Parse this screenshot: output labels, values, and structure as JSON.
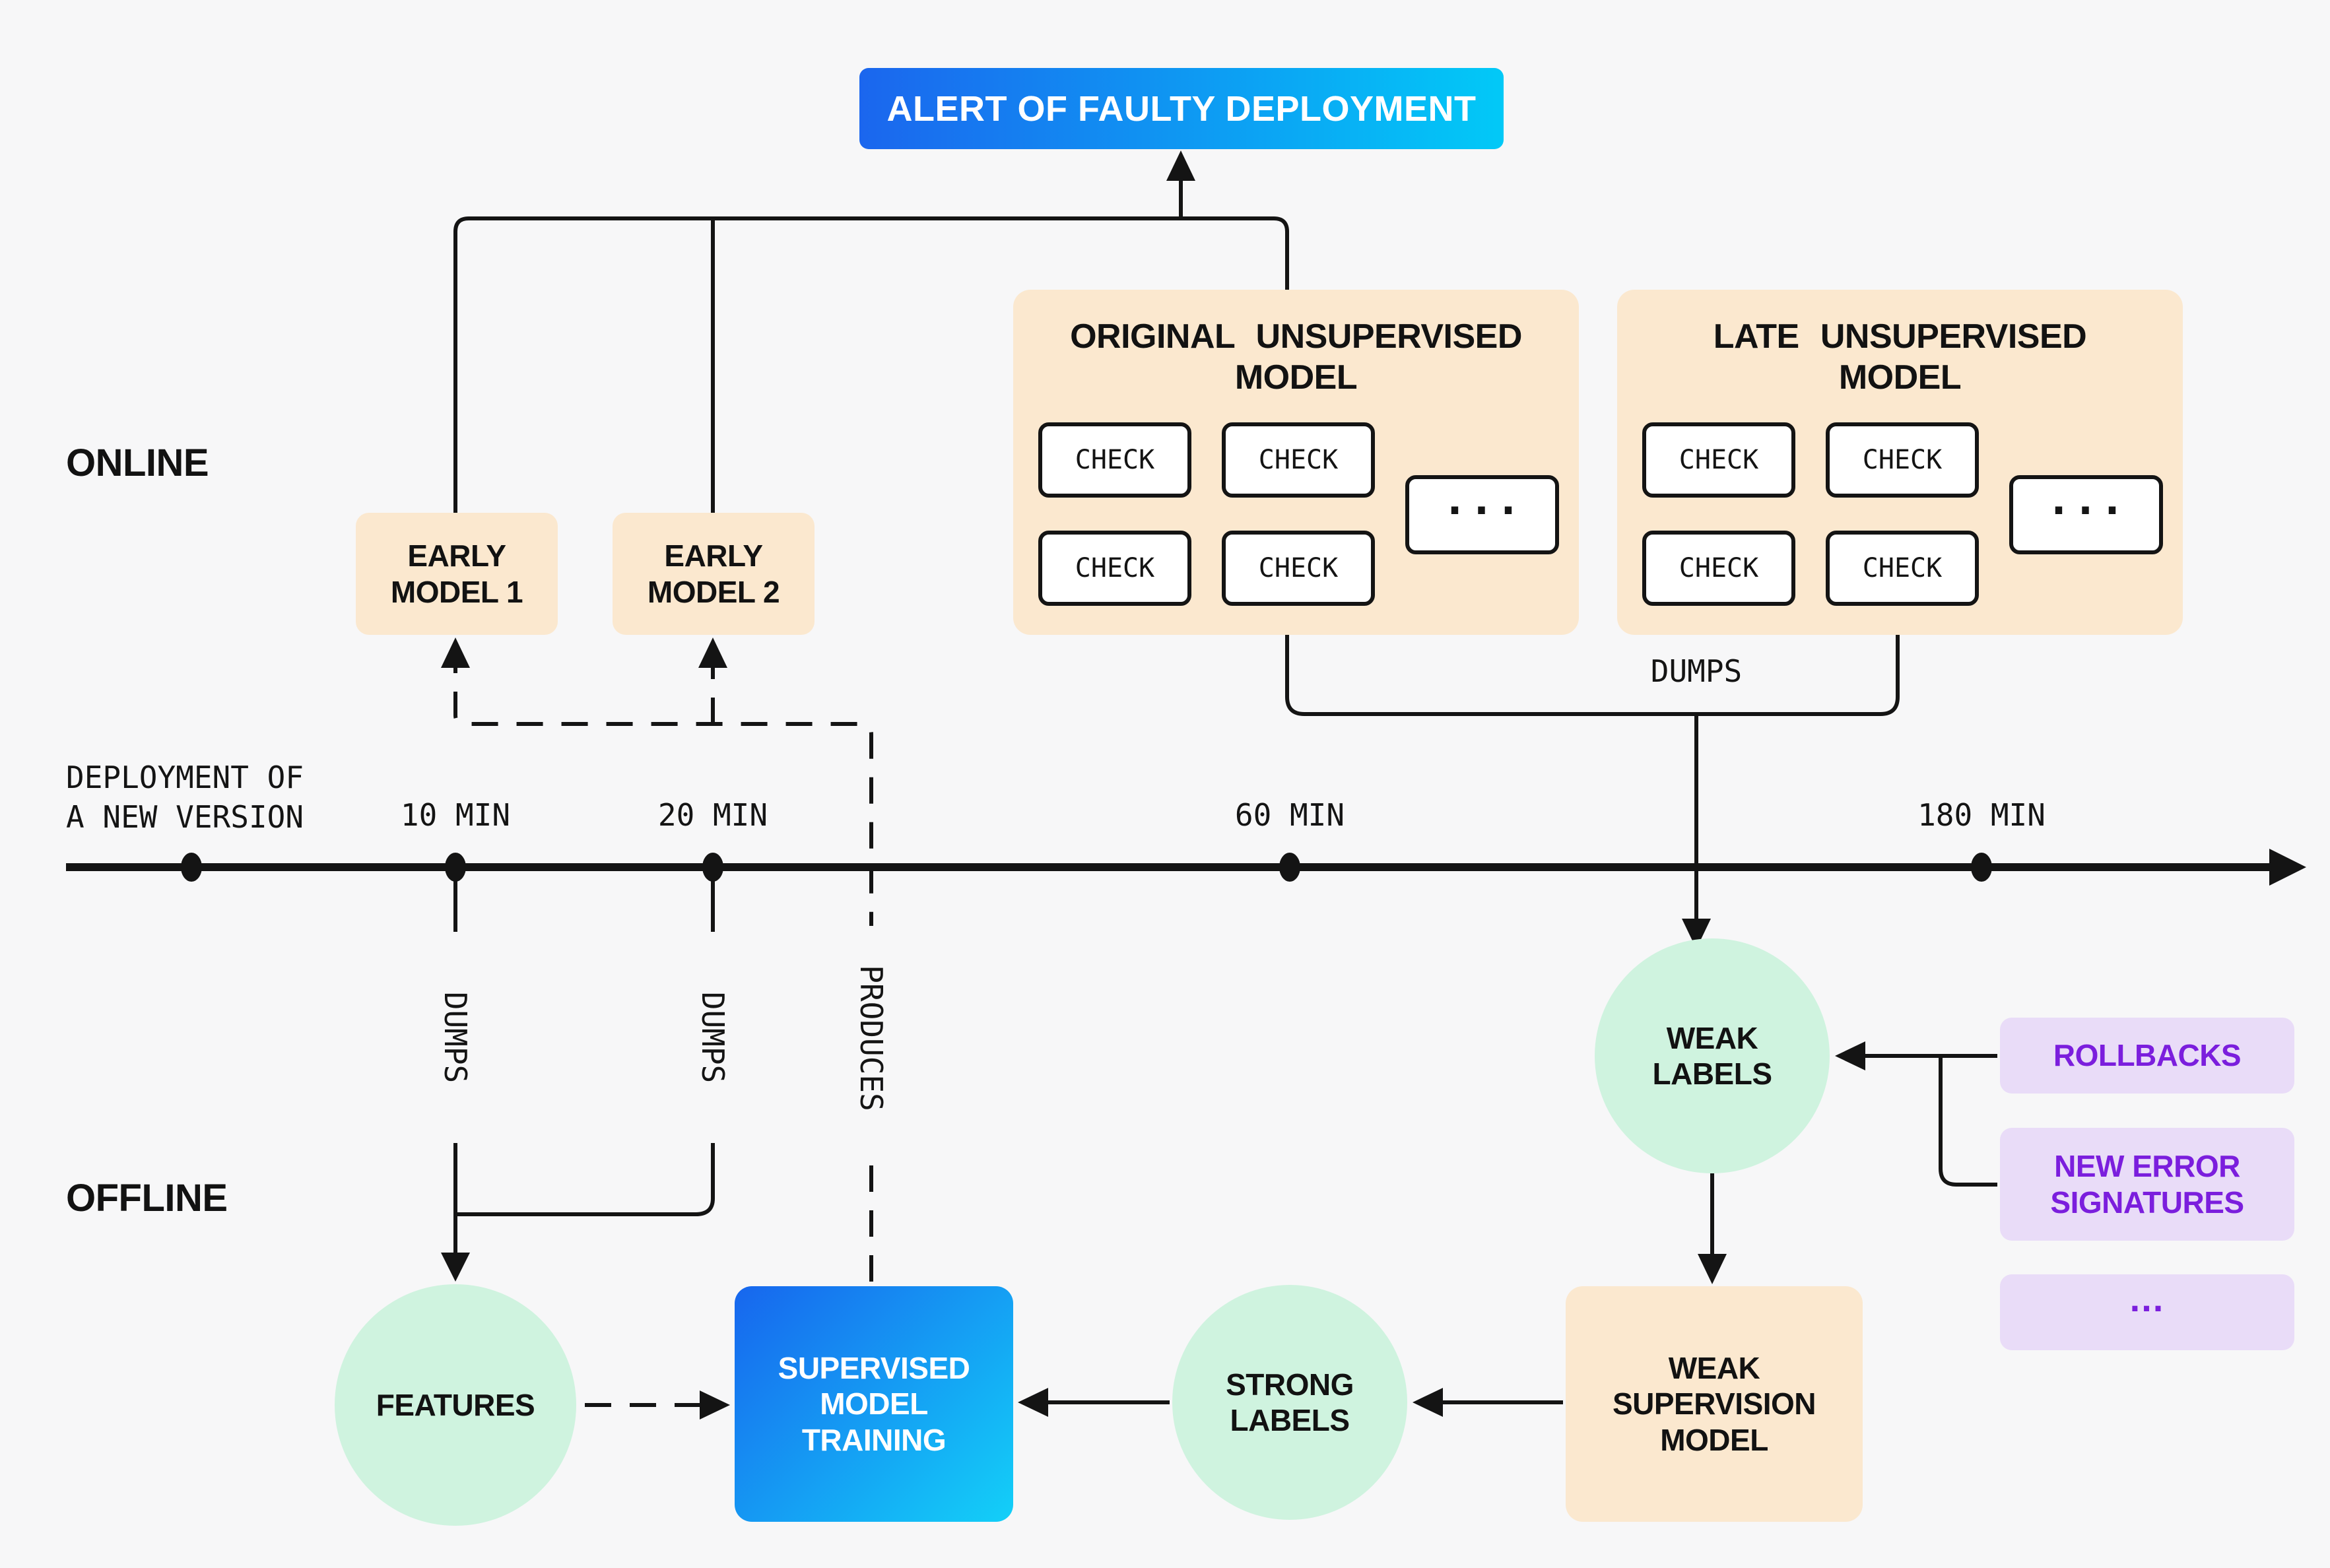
{
  "palette": {
    "background": "#f7f7f8",
    "peach": "#fbe8cf",
    "mint": "#cff3df",
    "lavender": "#e9dcf8",
    "purple_text": "#7b1edd",
    "blue_gradient_start": "#1b66ee",
    "blue_gradient_end": "#02c9f7",
    "line": "#141414"
  },
  "alert": {
    "label": "ALERT OF FAULTY DEPLOYMENT"
  },
  "sections": {
    "online": "ONLINE",
    "offline": "OFFLINE"
  },
  "models": {
    "early1": {
      "lines": [
        "EARLY",
        "MODEL 1"
      ]
    },
    "early2": {
      "lines": [
        "EARLY",
        "MODEL 2"
      ]
    },
    "original": {
      "title_lines": [
        "ORIGINAL UNSUPERVISED",
        "MODEL"
      ],
      "checks": [
        "CHECK",
        "CHECK",
        "CHECK",
        "CHECK"
      ],
      "more": "..."
    },
    "late": {
      "title_lines": [
        "LATE UNSUPERVISED",
        "MODEL"
      ],
      "checks": [
        "CHECK",
        "CHECK",
        "CHECK",
        "CHECK"
      ],
      "more": "..."
    }
  },
  "timeline": {
    "origin_lines": [
      "DEPLOYMENT OF",
      "A NEW VERSION"
    ],
    "ticks": [
      "10 MIN",
      "20 MIN",
      "60 MIN",
      "180 MIN"
    ]
  },
  "edges": {
    "dumps_bracket": "DUMPS",
    "dumps_10min": "DUMPS",
    "dumps_20min": "DUMPS",
    "produces": "PRODUCES"
  },
  "offline_row": {
    "features": "FEATURES",
    "supervised_lines": [
      "SUPERVISED",
      "MODEL",
      "TRAINING"
    ],
    "strong_lines": [
      "STRONG",
      "LABELS"
    ],
    "weak_labels_lines": [
      "WEAK",
      "LABELS"
    ],
    "weak_supervision_lines": [
      "WEAK",
      "SUPERVISION",
      "MODEL"
    ]
  },
  "inputs": {
    "rollbacks": "ROLLBACKS",
    "new_error_lines": [
      "NEW ERROR",
      "SIGNATURES"
    ],
    "more": "..."
  }
}
